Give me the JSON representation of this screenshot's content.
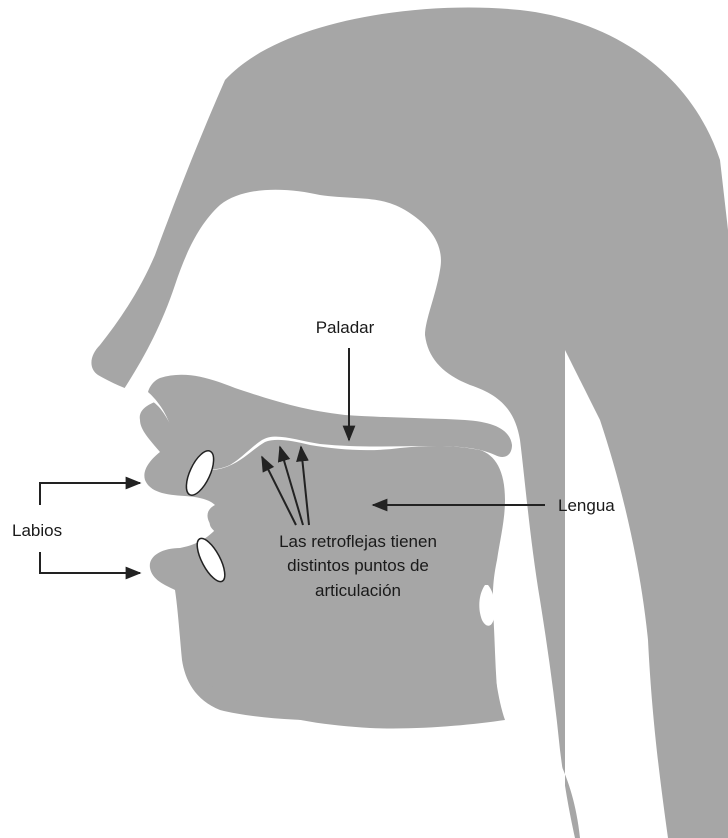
{
  "labels": {
    "paladar": "Paladar",
    "lengua": "Lengua",
    "labios": "Labios",
    "retroflejas_line1": "Las retroflejas tienen",
    "retroflejas_line2": "distintos puntos de",
    "retroflejas_line3": "articulación"
  },
  "colors": {
    "head_fill": "#a6a6a6",
    "cavity_fill": "#ffffff",
    "stroke": "#222222",
    "text": "#1a1a1a"
  }
}
